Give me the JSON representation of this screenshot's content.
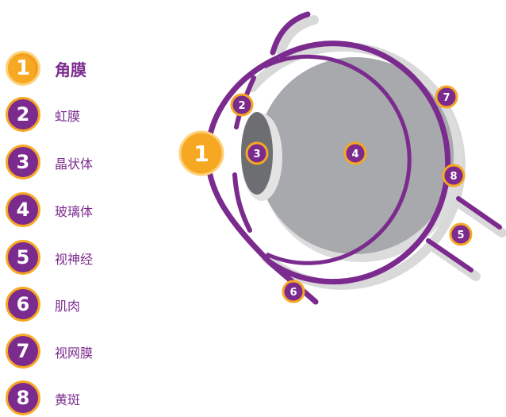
{
  "legend": [
    {
      "num": "1",
      "label": "角膜",
      "highlight": true
    },
    {
      "num": "2",
      "label": "虹膜",
      "highlight": false
    },
    {
      "num": "3",
      "label": "晶状体",
      "highlight": false
    },
    {
      "num": "4",
      "label": "玻璃体",
      "highlight": false
    },
    {
      "num": "5",
      "label": "视神经",
      "highlight": false
    },
    {
      "num": "6",
      "label": "肌肉",
      "highlight": false
    },
    {
      "num": "7",
      "label": "视网膜",
      "highlight": false
    },
    {
      "num": "8",
      "label": "黄斑",
      "highlight": false
    }
  ],
  "diagram_markers": {
    "cornea": "1",
    "iris": "2",
    "lens": "3",
    "vitreous": "4",
    "optic_nerve": "5",
    "muscle": "6",
    "retina": "7",
    "macula": "8"
  },
  "colors": {
    "purple": "#7b2b8e",
    "orange": "#f7a823",
    "gray": "#a7a9ac",
    "light_gray": "#dcdcdc",
    "dark_gray": "#6d6e71"
  }
}
